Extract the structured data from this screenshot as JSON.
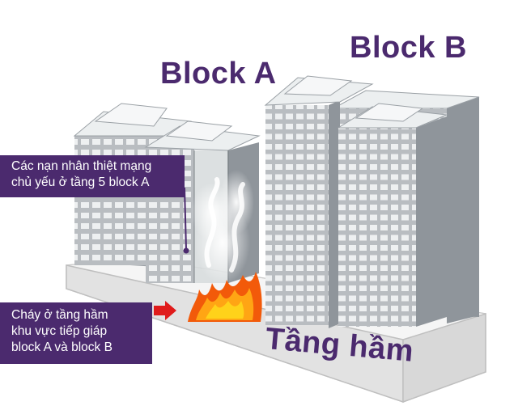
{
  "labels": {
    "block_a": "Block A",
    "block_b": "Block B",
    "basement": "Tầng hầm"
  },
  "callouts": {
    "victims": [
      "Các nạn nhân thiệt mạng",
      "chủ yếu ở tầng 5 block A"
    ],
    "fire": [
      "Cháy ở tầng hầm",
      "khu vực tiếp giáp",
      "block A và block B"
    ]
  },
  "colors": {
    "label": "#4b2a6e",
    "callout_bg": "#4b2a6e",
    "callout_text": "#ffffff",
    "arrow": "#e01b1b",
    "building_face": "#b9bdc1",
    "building_side": "#8f959b",
    "window": "#eef0f1",
    "roof": "#eceff0",
    "fire_outer": "#f25a0a",
    "fire_inner": "#ffd21a"
  }
}
